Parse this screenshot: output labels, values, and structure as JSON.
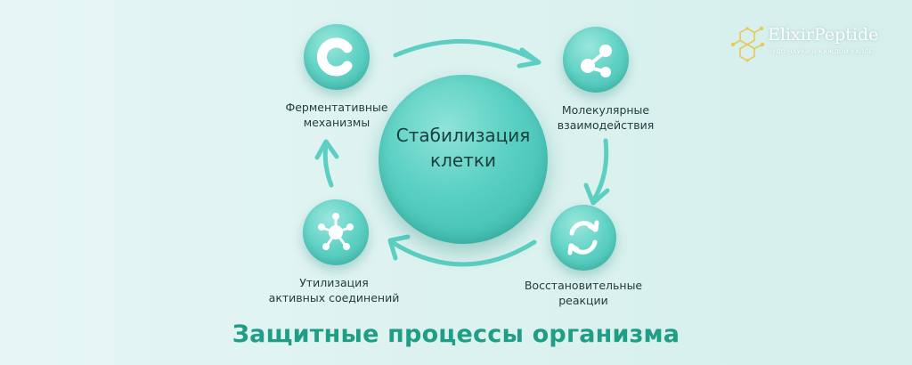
{
  "diagram": {
    "center": {
      "line1": "Стабилизация",
      "line2": "клетки"
    },
    "nodes": [
      {
        "icon": "letter-c-icon",
        "line1": "Ферментативные",
        "line2": "механизмы"
      },
      {
        "icon": "molecule-icon",
        "line1": "Молекулярные",
        "line2": "взаимодействия"
      },
      {
        "icon": "cycle-arrows-icon",
        "line1": "Восстановительные",
        "line2": "реакции"
      },
      {
        "icon": "network-node-icon",
        "line1": "Утилизация",
        "line2": "активных соединений"
      }
    ],
    "title": "Защитные процессы организма"
  },
  "logo": {
    "name": "ElixirPeptide",
    "tagline": "ЧУДО НАУКИ В КАЖДОЙ КАПЛЕ"
  },
  "colors": {
    "accent": "#4fc9bb",
    "heading": "#1f9e85",
    "text": "#1f3c3b",
    "arrow": "#5ccfc2",
    "logo_hex": "#e7c85a"
  }
}
